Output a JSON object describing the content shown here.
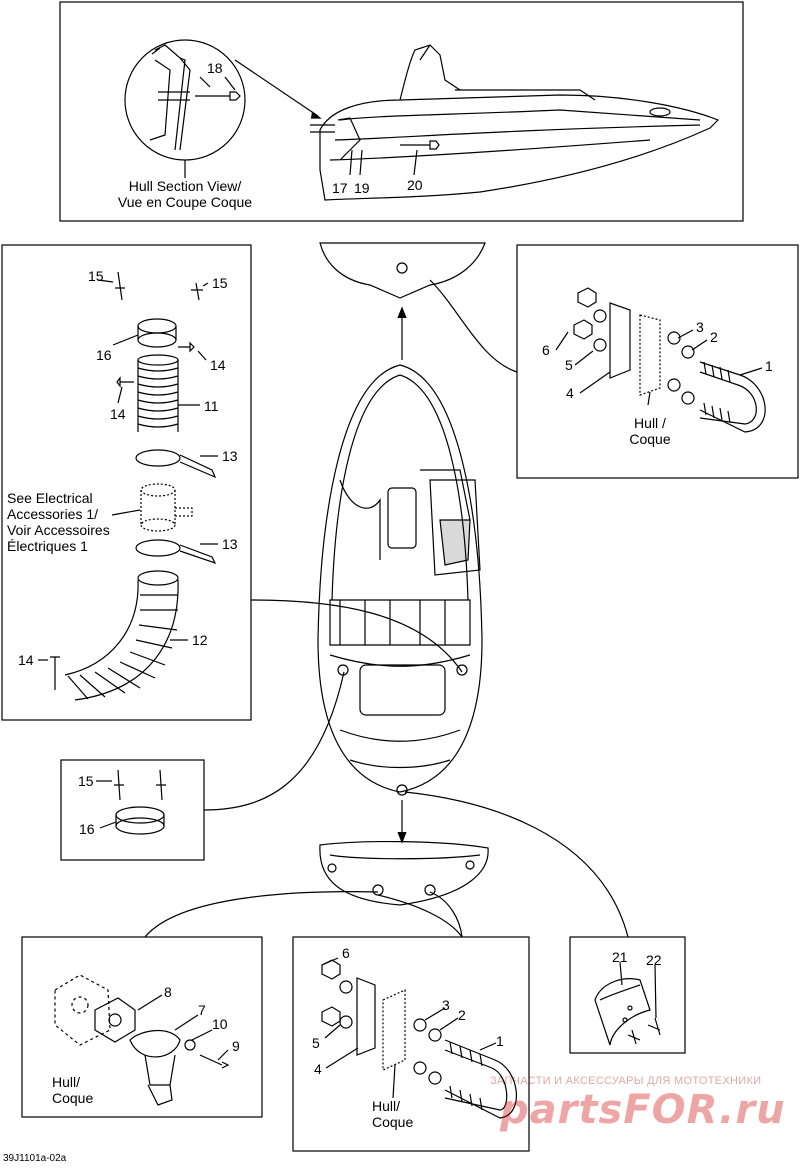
{
  "diagram_code": "39J1101a-02a",
  "watermark": {
    "line1": "ЗАПЧАСТИ И АКСЕССУАРЫ ДЛЯ МОТОТЕХНИКИ",
    "line2": "partsFOR.ru"
  },
  "captions": {
    "hull_section_line1": "Hull Section View/",
    "hull_section_line2": "Vue en Coupe Coque",
    "see_electrical_1": "See Electrical",
    "see_electrical_2": "Accessories 1/",
    "see_electrical_3": "Voir Accessoires",
    "see_electrical_4": "Électriques 1",
    "hull_coque_right_1": "Hull /",
    "hull_coque_right_2": "Coque",
    "hull_coque_bl_1": "Hull/",
    "hull_coque_bl_2": "Coque",
    "hull_coque_bm_1": "Hull/",
    "hull_coque_bm_2": "Coque"
  },
  "callouts": {
    "top": {
      "p18": "18",
      "p17": "17",
      "p19": "19",
      "p20": "20"
    },
    "left": {
      "p15a": "15",
      "p15b": "15",
      "p16": "16",
      "p14a": "14",
      "p14b": "14",
      "p11": "11",
      "p13a": "13",
      "p13b": "13",
      "p12": "12",
      "p14c": "14"
    },
    "vent": {
      "p15": "15",
      "p16": "16"
    },
    "right": {
      "p6": "6",
      "p5": "5",
      "p4": "4",
      "p3": "3",
      "p2": "2",
      "p1": "1"
    },
    "drain": {
      "p8": "8",
      "p7": "7",
      "p10": "10",
      "p9": "9"
    },
    "ubolt": {
      "p6": "6",
      "p5": "5",
      "p4": "4",
      "p3": "3",
      "p2": "2",
      "p1": "1"
    },
    "bumper": {
      "p21": "21",
      "p22": "22"
    }
  }
}
